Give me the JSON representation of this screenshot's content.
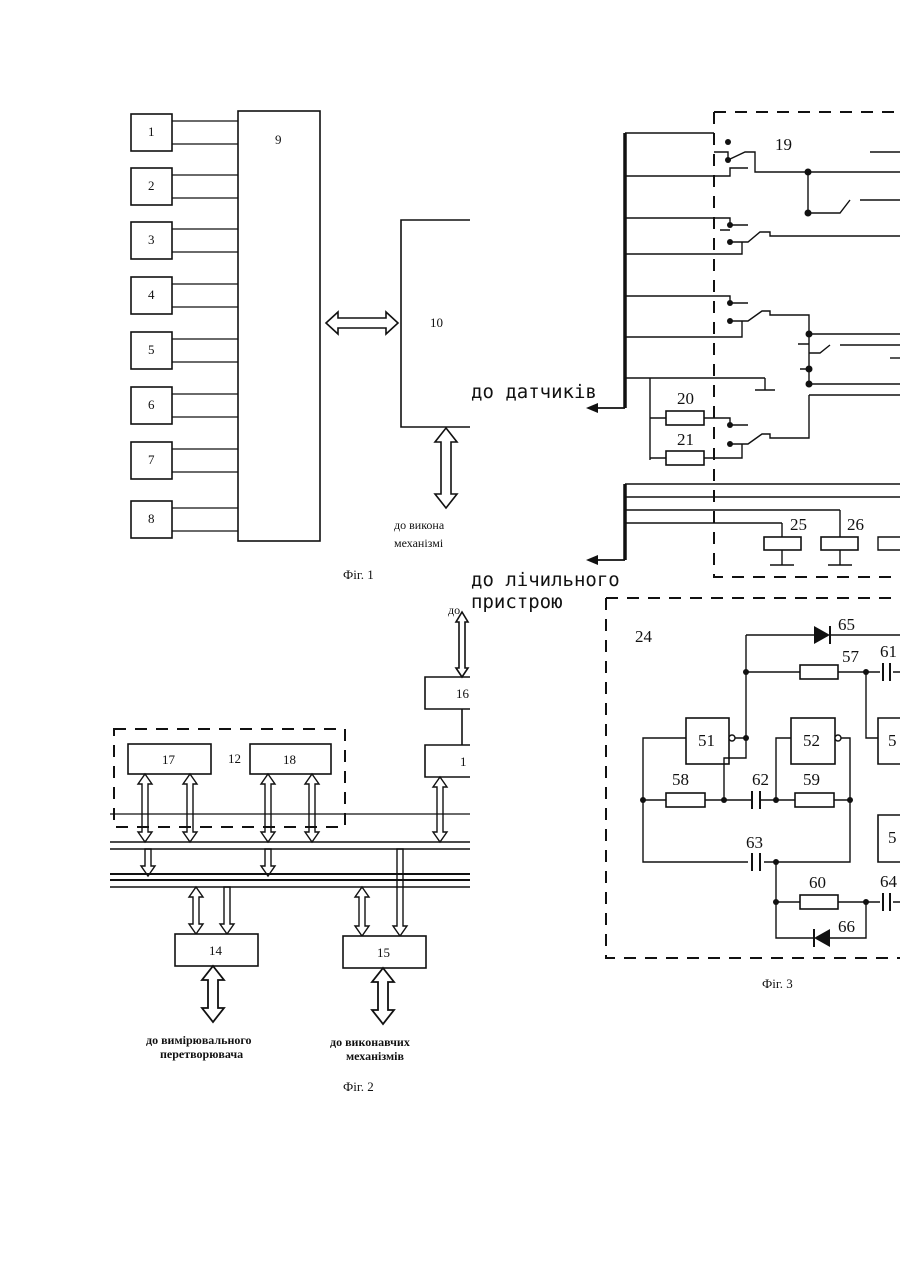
{
  "fig1": {
    "sensor_blocks": [
      "1",
      "2",
      "3",
      "4",
      "5",
      "6",
      "7",
      "8"
    ],
    "block_9": "9",
    "block_10": "10",
    "label_actuators_line1": "до викона",
    "label_actuators_line2": "механізмі",
    "caption": "Фіг. 1"
  },
  "fig2": {
    "block_17": "17",
    "block_18": "18",
    "block_16": "16",
    "block_13_partial": "1",
    "group_12": "12",
    "block_14": "14",
    "block_15": "15",
    "label_top_partial": "до",
    "label_14_line1": "до вимірювального",
    "label_14_line2": "перетворювача",
    "label_15_line1": "до виконавчих",
    "label_15_line2": "механізмів",
    "caption": "Фіг. 2"
  },
  "fig3": {
    "label_sensors": "до датчиків",
    "label_counter_line1": "до лічильного",
    "label_counter_line2": "пристрою",
    "switch_19": "19",
    "resistor_20": "20",
    "resistor_21": "21",
    "cap_25": "25",
    "cap_26": "26",
    "block_24": "24",
    "gate_51": "51",
    "gate_52": "52",
    "gate_53_partial": "5",
    "gate_54_partial": "5",
    "r_57": "57",
    "r_58": "58",
    "r_59": "59",
    "r_60": "60",
    "c_61": "61",
    "c_62": "62",
    "c_63": "63",
    "c_64": "64",
    "d_65": "65",
    "d_66": "66",
    "caption": "Фіг. 3"
  }
}
